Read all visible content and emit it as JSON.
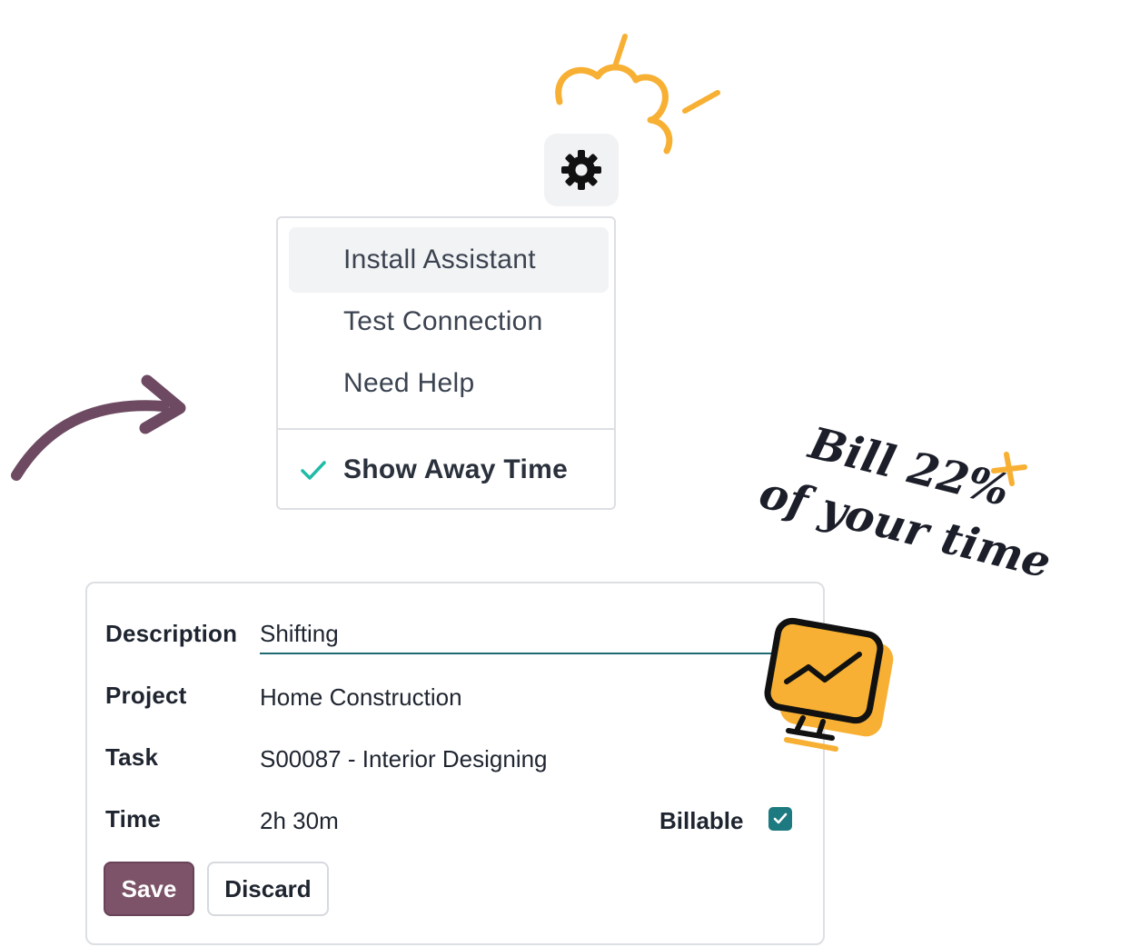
{
  "menu": {
    "items": [
      {
        "label": "Install Assistant"
      },
      {
        "label": "Test Connection"
      },
      {
        "label": "Need Help"
      }
    ],
    "toggle": {
      "label": "Show Away Time",
      "checked": true
    }
  },
  "form": {
    "description": {
      "label": "Description",
      "value": "Shifting"
    },
    "project": {
      "label": "Project",
      "value": "Home Construction"
    },
    "task": {
      "label": "Task",
      "value": "S00087 - Interior Designing"
    },
    "time": {
      "label": "Time",
      "value": "2h 30m"
    },
    "billable": {
      "label": "Billable",
      "checked": true
    },
    "save_label": "Save",
    "discard_label": "Discard"
  },
  "note": {
    "line1": "Bill 22%",
    "line2": "of your time"
  },
  "colors": {
    "accent_purple": "#7c5368",
    "accent_teal": "#1d7a80",
    "check_teal": "#1fbba6",
    "doodle_yellow": "#f7b033",
    "arrow_purple": "#6d4a62"
  },
  "icons": {
    "gear": "gear-icon",
    "check": "check-icon",
    "monitor": "monitor-chart-icon",
    "arrow": "curved-arrow-icon",
    "sparkle": "sparkle-icon"
  }
}
